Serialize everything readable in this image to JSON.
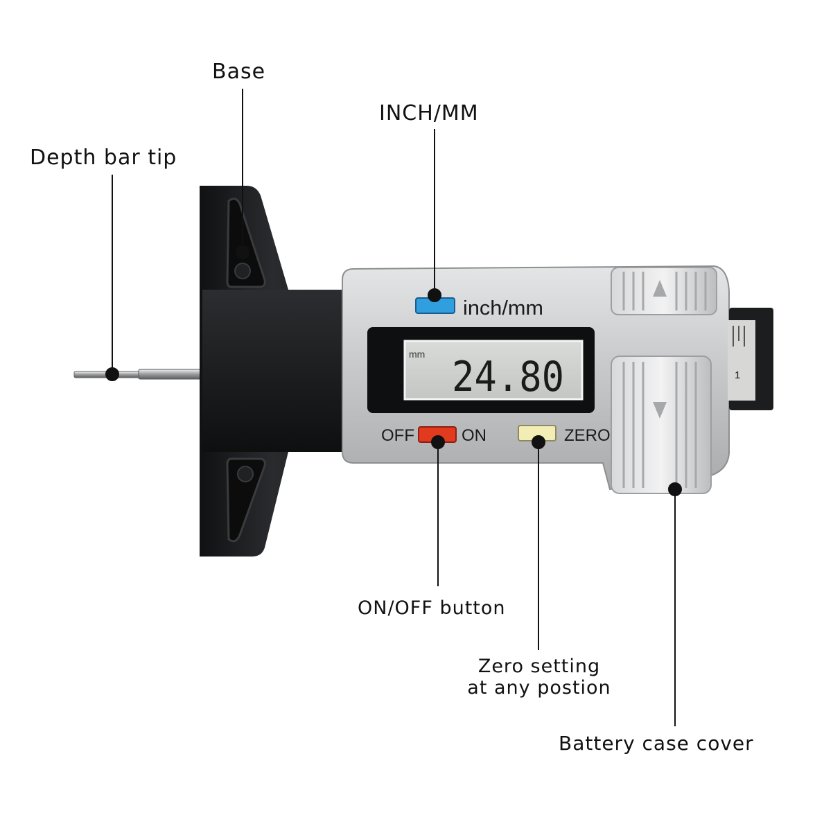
{
  "callouts": {
    "base": "Base",
    "inch_mm": "INCH/MM",
    "depth_bar_tip": "Depth bar tip",
    "on_off_button": "ON/OFF button",
    "zero_setting_line1": "Zero setting",
    "zero_setting_line2": "at any postion",
    "battery_case_cover": "Battery case cover"
  },
  "device": {
    "unit_label": "inch/mm",
    "display_unit": "mm",
    "display_value": "24.80",
    "off_label": "OFF",
    "on_label": "ON",
    "zero_label": "ZERO",
    "scale_mark": "1"
  },
  "colors": {
    "inch_button": "#2f9fe0",
    "power_button": "#e23a1e",
    "zero_button": "#f2edb4",
    "body_black": "#1b1c1e",
    "body_silver": "#c9cacb"
  }
}
